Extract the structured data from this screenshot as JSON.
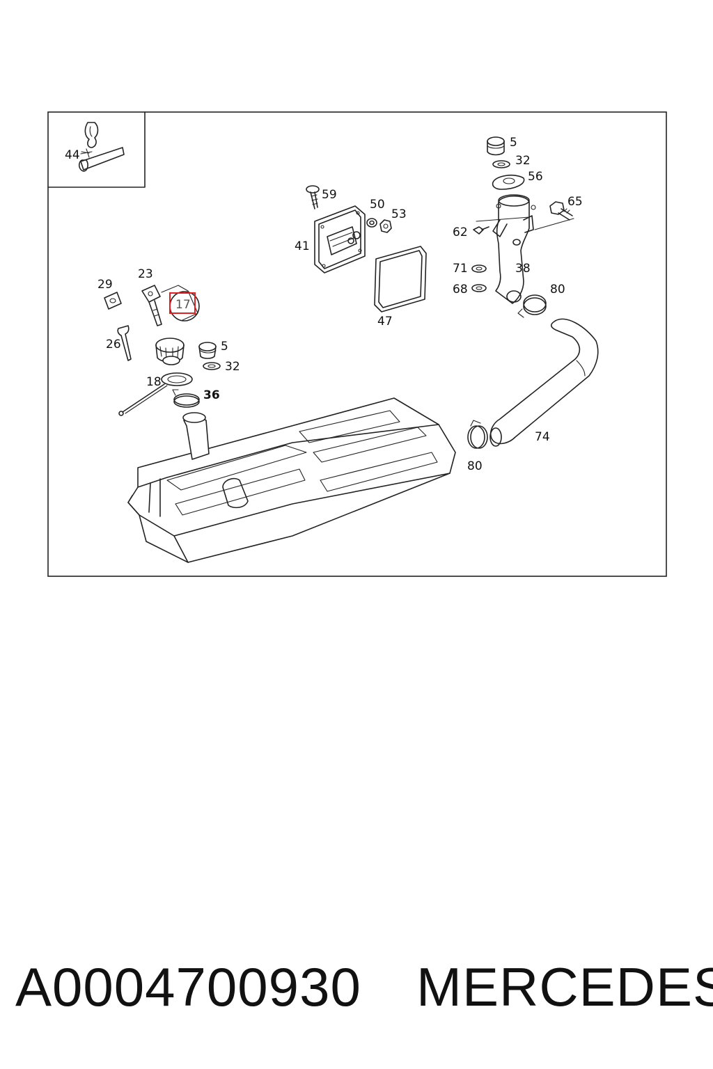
{
  "callouts": {
    "c44": "44",
    "c59": "59",
    "c50": "50",
    "c53": "53",
    "c41": "41",
    "c47": "47",
    "c29": "29",
    "c23": "23",
    "c17": "17",
    "c26": "26",
    "c5a": "5",
    "c32a": "32",
    "c18": "18",
    "c36": "36",
    "c5b": "5",
    "c32b": "32",
    "c56": "56",
    "c65": "65",
    "c62": "62",
    "c71": "71",
    "c38": "38",
    "c68": "68",
    "c80a": "80",
    "c74": "74",
    "c80b": "80"
  },
  "highlight": {
    "label": "17",
    "color": "#e02020"
  },
  "footer": {
    "part_number": "A0004700930",
    "brand": "MERCEDES"
  }
}
